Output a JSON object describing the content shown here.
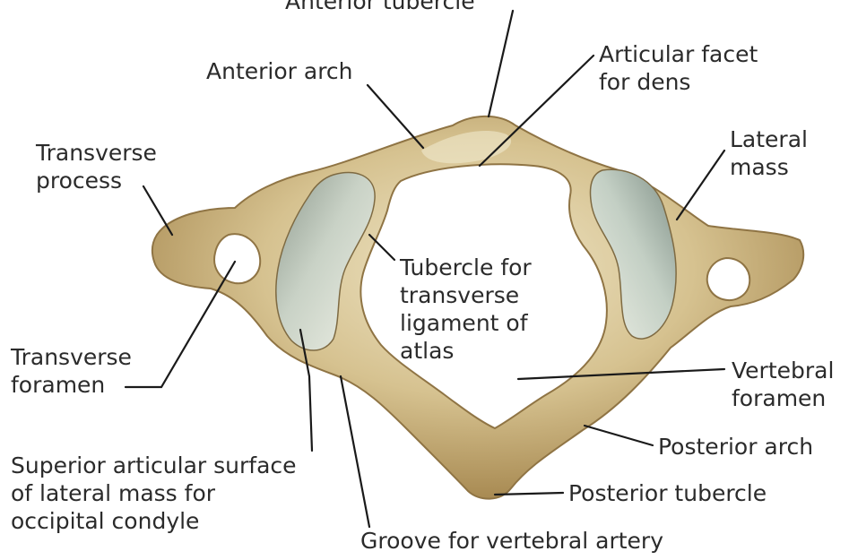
{
  "labels": {
    "anterior_tubercle": "Anterior tubercle",
    "anterior_arch": "Anterior arch",
    "articular_facet_dens": "Articular facet\nfor dens",
    "transverse_process": "Transverse\nprocess",
    "lateral_mass": "Lateral\nmass",
    "tubercle_transverse_ligament": "Tubercle for\ntransverse\nligament of\natlas",
    "transverse_foramen": "Transverse\nforamen",
    "vertebral_foramen": "Vertebral\nforamen",
    "posterior_arch": "Posterior arch",
    "superior_articular_surface": "Superior articular surface\nof lateral mass for\noccipital condyle",
    "posterior_tubercle": "Posterior tubercle",
    "groove_vertebral_artery": "Groove for vertebral artery"
  },
  "colors": {
    "bone": "#d6c290",
    "bone_dark": "#a88a52",
    "bone_light": "#efe6c8",
    "facet": "#b8c2b4",
    "text": "#2b2b2b",
    "leader": "#1a1a1a"
  }
}
